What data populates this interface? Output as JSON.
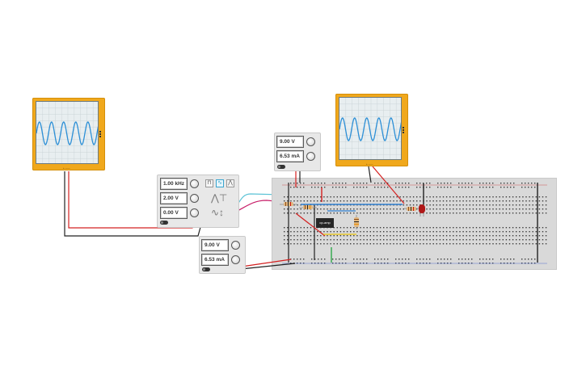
{
  "oscilloscope_left": {
    "terminal_label": "+ ——"
  },
  "oscilloscope_right": {
    "terminal_label": "+ ——"
  },
  "function_generator": {
    "frequency": "1.00 kHz",
    "amplitude": "2.00 V",
    "dc_offset": "0.00 V",
    "waveforms": [
      "square-wave-icon",
      "sine-wave-icon",
      "triangle-wave-icon"
    ],
    "selected_waveform": "sine"
  },
  "power_supply_top": {
    "voltage": "9.00 V",
    "current": "6.53 mA"
  },
  "power_supply_bottom": {
    "voltage": "9.00 V",
    "current": "6.53 mA"
  },
  "ic_chip": {
    "label": "op-amp"
  },
  "colors": {
    "scope_body": "#f0a81c",
    "trace": "#2c8fd6",
    "wire_red": "#d42020",
    "wire_black": "#222222",
    "wire_cyan": "#5cc3d6",
    "wire_magenta": "#c8206a",
    "wire_blue": "#2f7fd0",
    "wire_yellow": "#e6c52a",
    "wire_green": "#2ea84a"
  }
}
